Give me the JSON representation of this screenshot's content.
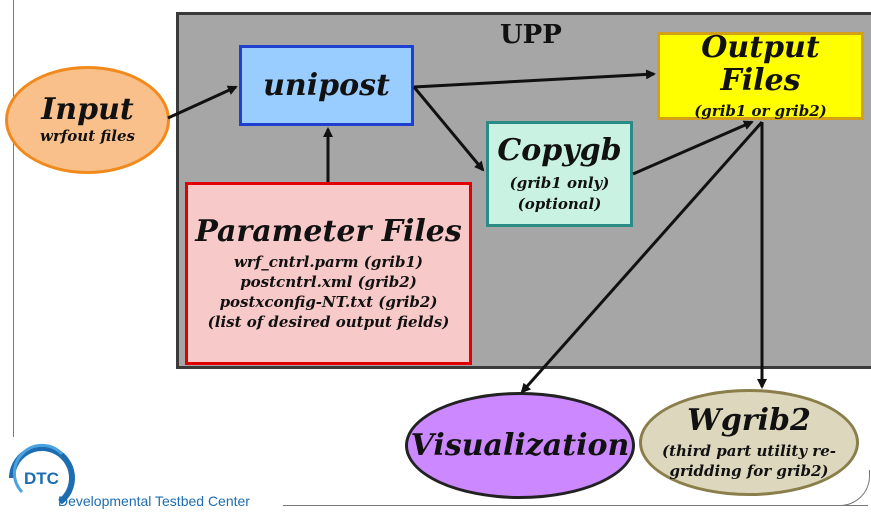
{
  "upp_label": "UPP",
  "input": {
    "title": "Input",
    "subtitle": "wrfout files"
  },
  "unipost": {
    "title": "unipost"
  },
  "copygb": {
    "title": "Copygb",
    "line1": "(grib1 only)",
    "line2": "(optional)"
  },
  "output": {
    "title": "Output Files",
    "subtitle": "(grib1 or grib2)"
  },
  "parameter": {
    "title": "Parameter Files",
    "lines": [
      "wrf_cntrl.parm (grib1)",
      "postcntrl.xml (grib2)",
      "postxconfig-NT.txt (grib2)",
      "(list of desired output fields)"
    ]
  },
  "visualization": {
    "title": "Visualization"
  },
  "wgrib2": {
    "title": "Wgrib2",
    "line1": "(third part utility re-",
    "line2": "gridding for grib2)"
  },
  "logo": {
    "badge": "DTC",
    "text": "Developmental Testbed Center"
  },
  "colors": {
    "upp_panel": "#a6a6a6",
    "input_fill": "#f9c08b",
    "input_border": "#f08a1c",
    "unipost_fill": "#99ccff",
    "unipost_border": "#1f3fd0",
    "copygb_fill": "#c9f2e3",
    "copygb_border": "#2a8c84",
    "output_fill": "#ffff00",
    "output_border": "#d4a017",
    "parameter_fill": "#f7c9c9",
    "parameter_border": "#e00000",
    "visualization_fill": "#cc88ff",
    "visualization_border": "#222222",
    "wgrib2_fill": "#ddd8bd",
    "wgrib2_border": "#8a7e4a",
    "logo_blue": "#1d6db0"
  }
}
